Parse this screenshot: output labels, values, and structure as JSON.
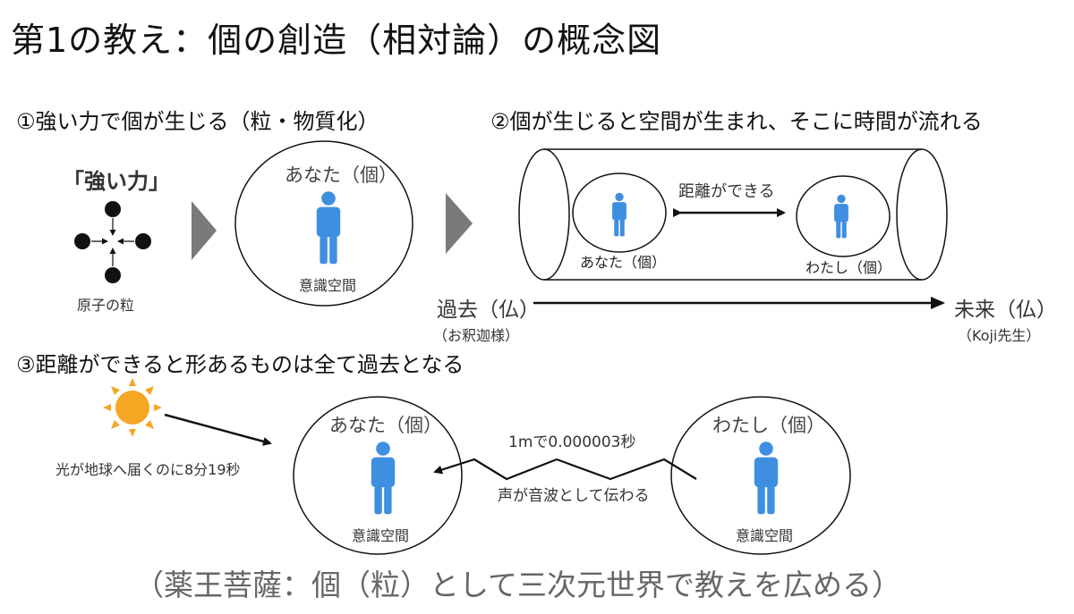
{
  "title": "第1の教え：個の創造（相対論）の概念図",
  "step1": {
    "heading": "①強い力で個が生じる（粒・物質化）",
    "force_label": "「強い力」",
    "atom_caption": "原子の粒",
    "you_label": "あなた（個）",
    "mind_label": "意識空間"
  },
  "step2": {
    "heading": "②個が生じると空間が生まれ、そこに時間が流れる",
    "distance_label": "距離ができる",
    "you_label": "あなた（個）",
    "me_label": "わたし（個）",
    "past_label": "過去（仏）",
    "past_sub": "（お釈迦様）",
    "future_label": "未来（仏）",
    "future_sub": "（Koji先生）"
  },
  "step3": {
    "heading": "③距離ができると形あるものは全て過去となる",
    "light_caption": "光が地球へ届くのに8分19秒",
    "you_label": "あなた（個）",
    "you_mind": "意識空間",
    "me_label": "わたし（個）",
    "me_mind": "意識空間",
    "speed_label": "1mで0.000003秒",
    "sound_label": "声が音波として伝わる"
  },
  "footer": "（薬王菩薩：個（粒）として三次元世界で教えを広める）",
  "icons": [
    "person-icon",
    "sun-icon",
    "arrow-chevron-icon",
    "particle-dot-icon"
  ],
  "colors": {
    "person": "#3f8fe0",
    "sun": "#f5a623",
    "chevron": "#7a7a7a",
    "text": "#111111"
  }
}
